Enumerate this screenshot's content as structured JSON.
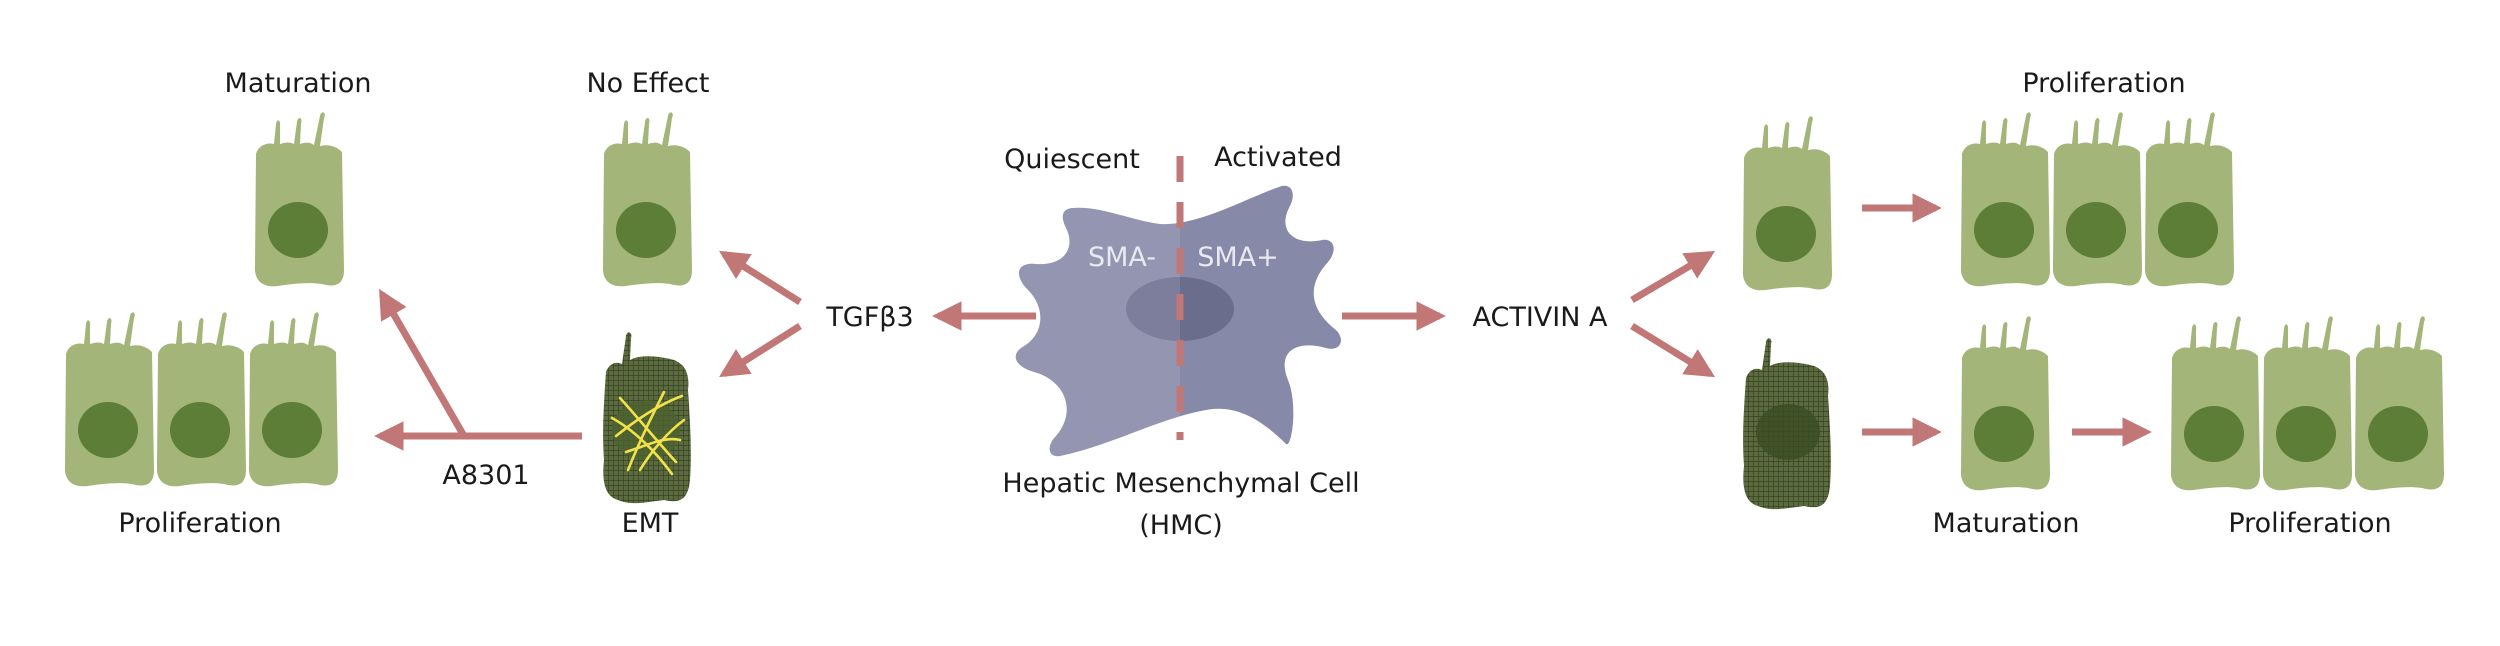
{
  "center": {
    "quiescent": "Quiescent",
    "activated": "Activated",
    "sma_minus": "SMA-",
    "sma_plus": "SMA+",
    "title_line1": "Hepatic Mesenchymal Cell",
    "title_line2": "(HMC)"
  },
  "left": {
    "tgfb3": "TGFβ3",
    "maturation": "Maturation",
    "no_effect": "No Effect",
    "proliferation": "Proliferation",
    "emt": "EMT",
    "a8301": "A8301"
  },
  "right": {
    "activin_a": "ACTIVIN A",
    "proliferation_top": "Proliferation",
    "maturation": "Maturation",
    "proliferation_bottom": "Proliferation"
  },
  "colors": {
    "cell": "#a3b578",
    "nucleus": "#5c7e37",
    "emt_cell": "#4a5a32",
    "emt_fiber": "#f2e24a",
    "arrow": "#c27777",
    "hmc_left": "#9495b0",
    "hmc_right": "#868aa8"
  }
}
